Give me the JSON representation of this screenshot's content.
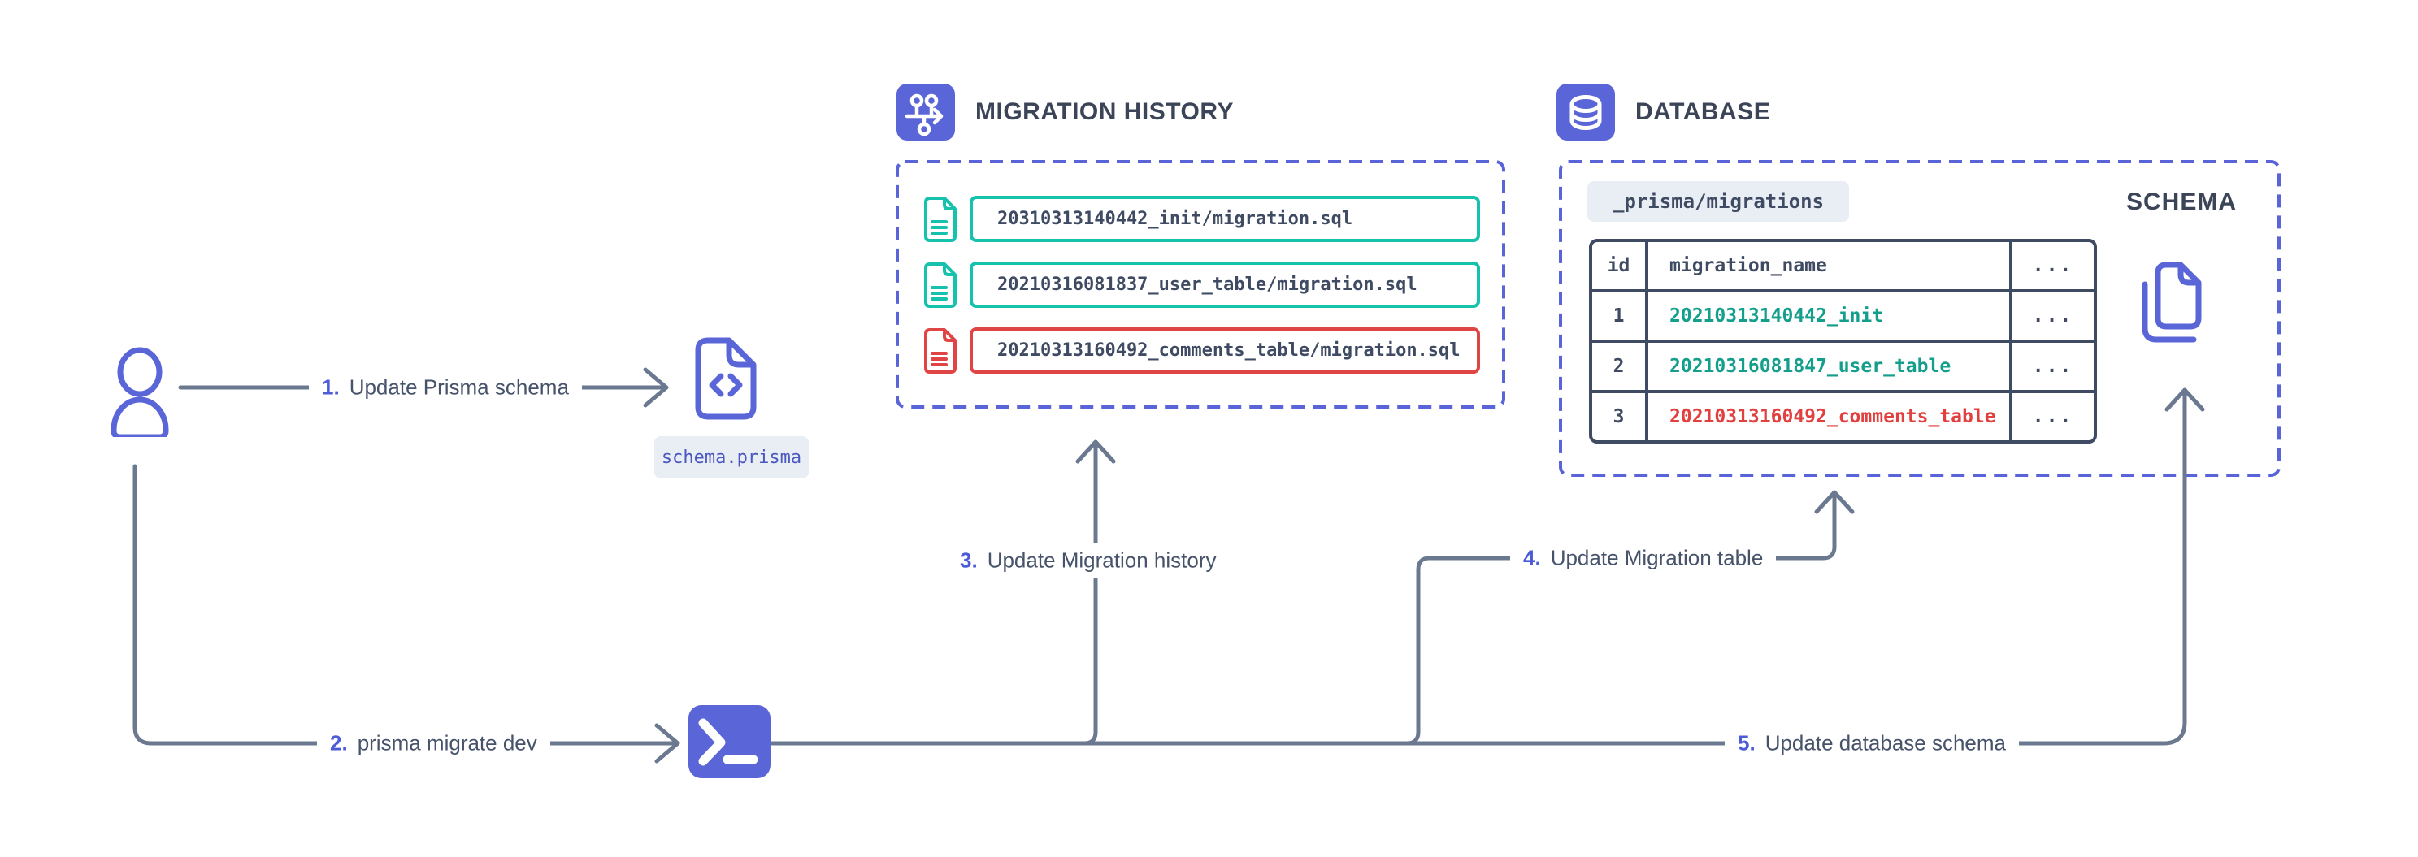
{
  "colors": {
    "indigo": "#5a66d8",
    "dashed_border": "#5864d8",
    "line_gray": "#6b7990",
    "slate_dark": "#3c4458",
    "slate_text": "#3f4b63",
    "label_text": "#47536b",
    "step_number": "#4c5bd7",
    "teal_border": "#16c2ad",
    "teal_text": "#149e8c",
    "red": "#e04545",
    "red_text": "#e23f3f",
    "badge_bg": "#e9edf4",
    "schema_prisma_text": "#4a58c0"
  },
  "steps": [
    {
      "num": "1.",
      "label": "Update Prisma schema"
    },
    {
      "num": "2.",
      "label": "prisma migrate dev"
    },
    {
      "num": "3.",
      "label": "Update Migration history"
    },
    {
      "num": "4.",
      "label": "Update Migration table"
    },
    {
      "num": "5.",
      "label": "Update database schema"
    }
  ],
  "schema_file": {
    "badge": "schema.prisma"
  },
  "migration_history": {
    "title": "MIGRATION HISTORY",
    "files": [
      {
        "name": "20310313140442_init/migration.sql",
        "status": "applied"
      },
      {
        "name": "20210316081837_user_table/migration.sql",
        "status": "applied"
      },
      {
        "name": "20210313160492_comments_table/migration.sql",
        "status": "failed"
      }
    ]
  },
  "database": {
    "title": "DATABASE",
    "migrations_table_badge": "_prisma/migrations",
    "schema_label": "SCHEMA",
    "table": {
      "headers": [
        "id",
        "migration_name",
        "..."
      ],
      "rows": [
        {
          "id": "1",
          "migration_name": "20210313140442_init",
          "more": "...",
          "status": "applied"
        },
        {
          "id": "2",
          "migration_name": "20210316081847_user_table",
          "more": "...",
          "status": "applied"
        },
        {
          "id": "3",
          "migration_name": "20210313160492_comments_table",
          "more": "...",
          "status": "failed"
        }
      ]
    }
  }
}
